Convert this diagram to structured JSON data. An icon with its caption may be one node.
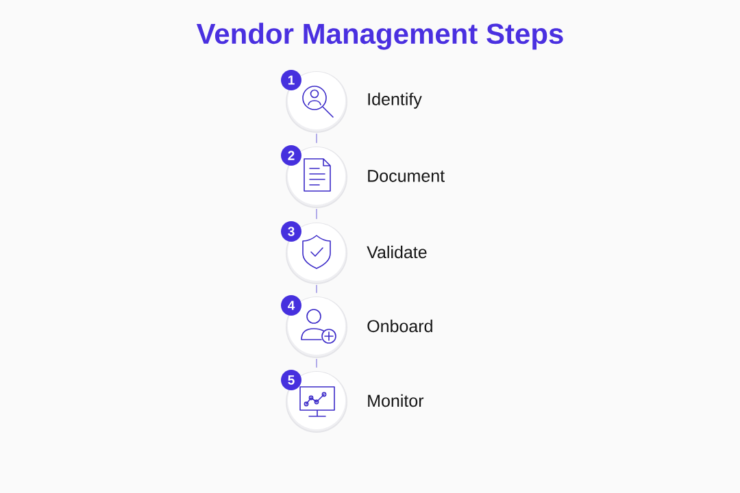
{
  "diagram": {
    "title": "Vendor Management Steps",
    "nodes": [
      {
        "text": [],
        "shape": "circle",
        "beside": [
          "1",
          "Identify"
        ]
      },
      {
        "text": [],
        "shape": "circle",
        "beside": [
          "2",
          "Document"
        ]
      },
      {
        "text": [],
        "shape": "circle",
        "beside": [
          "3",
          "Validate"
        ]
      },
      {
        "text": [],
        "shape": "circle",
        "beside": [
          "4",
          "Onboard"
        ]
      },
      {
        "text": [],
        "shape": "circle",
        "beside": [
          "5",
          "Monitor"
        ]
      }
    ],
    "edges": [
      {
        "from": 0,
        "to": 1,
        "arrow": "none"
      },
      {
        "from": 1,
        "to": 2,
        "arrow": "none"
      },
      {
        "from": 2,
        "to": 3,
        "arrow": "none"
      },
      {
        "from": 3,
        "to": 4,
        "arrow": "none"
      }
    ]
  }
}
